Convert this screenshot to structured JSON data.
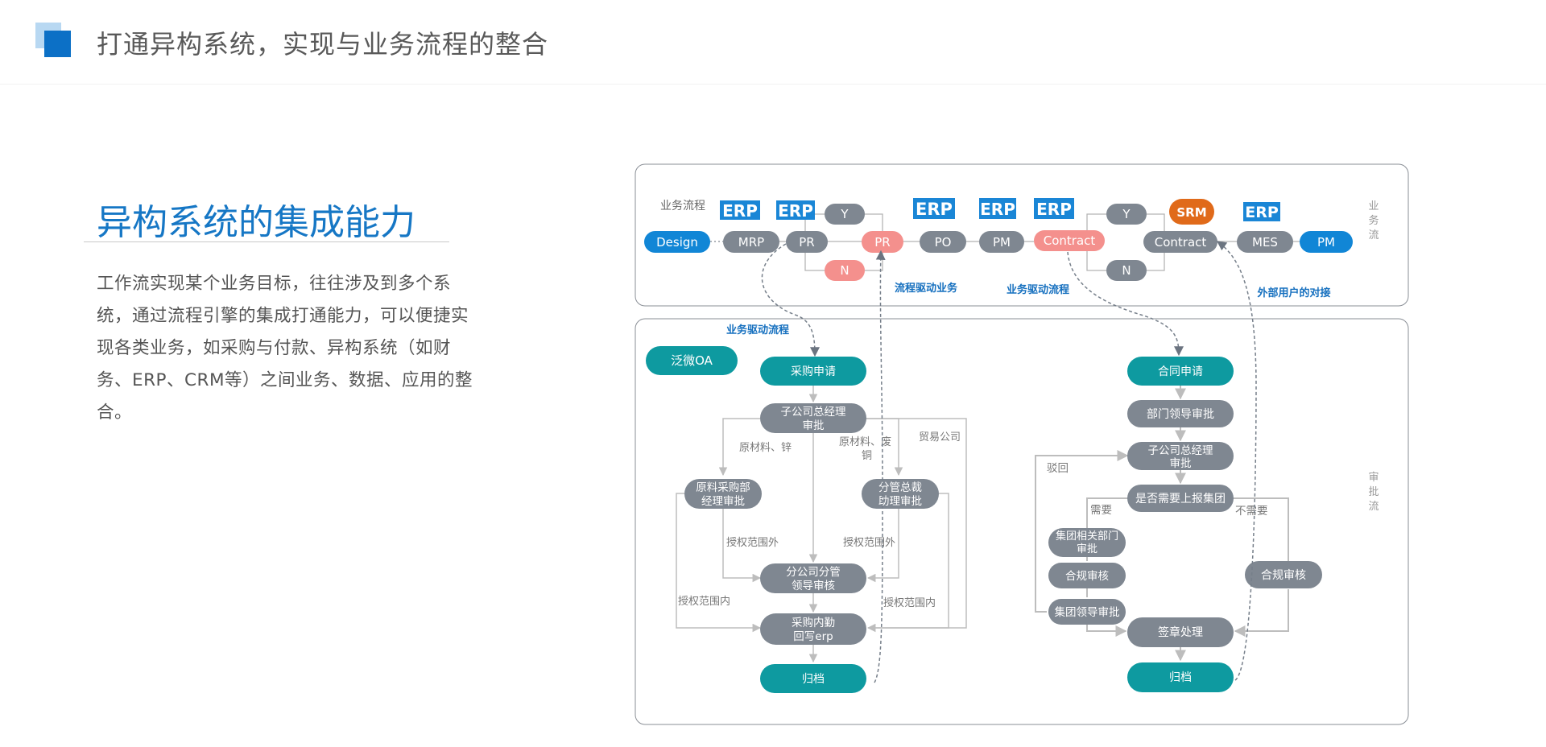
{
  "header": {
    "title": "打通异构系统，实现与业务流程的整合"
  },
  "section": {
    "title": "异构系统的集成能力",
    "body": "工作流实现某个业务目标，往往涉及到多个系统，通过流程引擎的集成打通能力，可以便捷实现各类业务，如采购与付款、异构系统（如财务、ERP、CRM等）之间业务、数据、应用的整合。"
  },
  "diagram": {
    "business": {
      "label": "业务流程",
      "erp": "ERP",
      "nodes": {
        "design": "Design",
        "mrp": "MRP",
        "pr1": "PR",
        "y1": "Y",
        "n1": "N",
        "pr2": "PR",
        "po": "PO",
        "pm1": "PM",
        "contract1": "Contract",
        "y2": "Y",
        "n2": "N",
        "contract2": "Contract",
        "srm": "SRM",
        "mes": "MES",
        "pm2": "PM"
      },
      "annotations": {
        "process_driven": "流程驱动业务",
        "business_driven": "业务驱动流程",
        "external": "外部用户的对接"
      },
      "side_label": "业务流"
    },
    "approval": {
      "top_label": "业务驱动流程",
      "oa": "泛微OA",
      "side_label": "审批流",
      "procurement": {
        "apply": "采购申请",
        "gm": [
          "子公司总经理",
          "审批"
        ],
        "raw_mgr": [
          "原料采购部",
          "经理审批"
        ],
        "vp_assist": [
          "分管总裁",
          "助理审批"
        ],
        "branch_lead": [
          "分公司分管",
          "领导审核"
        ],
        "internal": [
          "采购内勤",
          "回写erp"
        ],
        "archive": "归档",
        "labels": {
          "raw_zinc": "原材料、锌",
          "raw_waste": [
            "原材料、废",
            "铜"
          ],
          "trade": "贸易公司",
          "out_scope_l": "授权范围外",
          "out_scope_r": "授权范围外",
          "in_scope_l": "授权范围内",
          "in_scope_r": "授权范围内"
        }
      },
      "contract": {
        "apply": "合同申请",
        "dept": "部门领导审批",
        "gm": [
          "子公司总经理",
          "审批"
        ],
        "report": "是否需要上报集团",
        "group_dept": [
          "集团相关部门",
          "审批"
        ],
        "compliance_l": "合规审核",
        "group_lead": "集团领导审批",
        "compliance_r": "合规审核",
        "sign": "签章处理",
        "archive": "归档",
        "labels": {
          "reject": "驳回",
          "need": "需要",
          "no_need": "不需要"
        }
      }
    }
  }
}
